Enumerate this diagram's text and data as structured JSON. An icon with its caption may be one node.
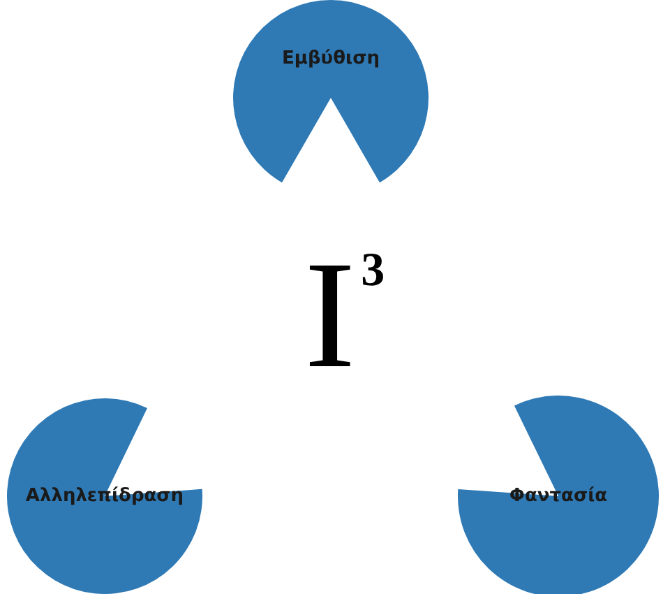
{
  "diagram": {
    "nodes": [
      {
        "text": [
          "Εμβύθιση"
        ]
      },
      {
        "text": [
          "Αλληλεπίδραση"
        ]
      },
      {
        "text": [
          "Φαντασία"
        ]
      }
    ],
    "labels": [
      "I$^{3}$"
    ]
  }
}
